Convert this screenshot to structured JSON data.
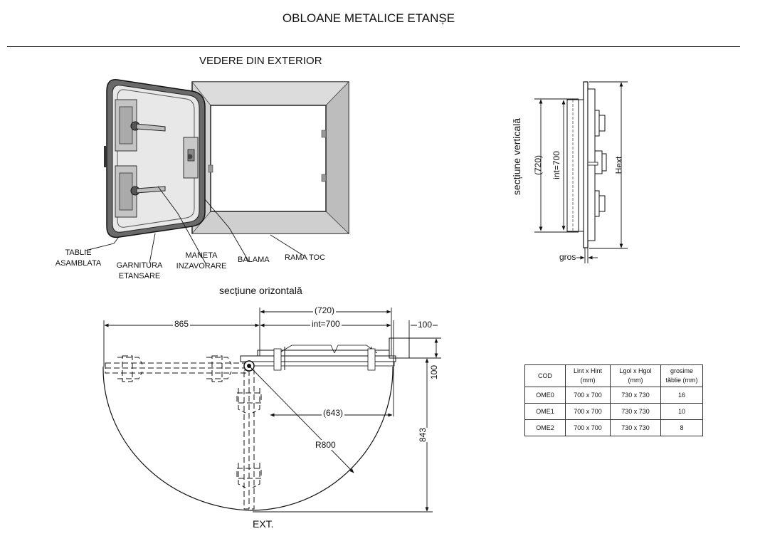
{
  "title": "OBLOANE METALICE ETANȘE",
  "exterior_view": {
    "title": "VEDERE DIN EXTERIOR",
    "callouts": {
      "tablie": [
        "TABLIE",
        "ASAMBLATA"
      ],
      "garnitura": [
        "GARNITURA",
        "ETANSARE"
      ],
      "maneta": [
        "MANETA",
        "INZAVORARE"
      ],
      "balama": "BALAMA",
      "rama": "RAMA TOC"
    }
  },
  "vertical_section": {
    "title": "secțiune verticală",
    "dims": {
      "d720": "(720)",
      "int700": "int=700",
      "hext": "Hext",
      "gros": "gros"
    }
  },
  "horizontal_section": {
    "title": "secțiune orizontală",
    "dims": {
      "d720": "(720)",
      "int700": "int=700",
      "d865": "865",
      "d100a": "100",
      "d100b": "100",
      "d643": "(643)",
      "r800": "R800",
      "d843": "843",
      "ext": "EXT."
    }
  },
  "table": {
    "headers": [
      [
        "COD"
      ],
      [
        "Lint x Hint",
        "(mm)"
      ],
      [
        "Lgol x Hgol",
        "(mm)"
      ],
      [
        "grosime",
        "tăblie (mm)"
      ]
    ],
    "rows": [
      [
        "OME0",
        "700  x 700",
        "730  x 730",
        "16"
      ],
      [
        "OME1",
        "700  x 700",
        "730  x 730",
        "10"
      ],
      [
        "OME2",
        "700  x 700",
        "730  x 730",
        "8"
      ]
    ]
  }
}
